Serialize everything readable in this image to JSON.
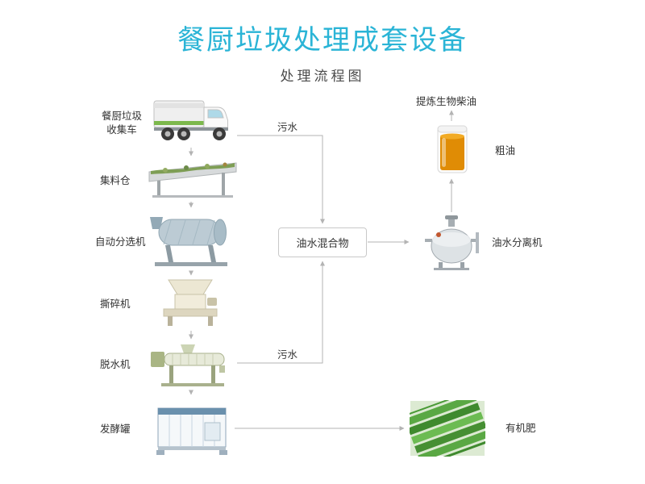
{
  "page": {
    "title": "餐厨垃圾处理成套设备",
    "subtitle": "处理流程图"
  },
  "labels": {
    "truck_line1": "餐厨垃圾",
    "truck_line2": "收集车",
    "hopper": "集料仓",
    "sorter": "自动分选机",
    "shredder": "撕碎机",
    "dewatering": "脱水机",
    "fermenter": "发酵罐",
    "sewage_top": "污水",
    "sewage_bottom": "污水",
    "mixture": "油水混合物",
    "separator": "油水分离机",
    "crude_oil": "粗油",
    "biodiesel": "提炼生物柴油",
    "fertilizer": "有机肥"
  },
  "images": {
    "truck": "garbage-collection-truck-photo",
    "hopper": "material-collection-conveyor-photo",
    "sorter": "automatic-drum-sorter-photo",
    "shredder": "shredder-machine-photo",
    "dewatering": "screw-dewatering-machine-photo",
    "fermenter": "fermentation-tank-photo",
    "crude_oil": "crude-oil-beaker-photo",
    "separator": "oil-water-separator-photo",
    "fertilizer": "organic-fertilizer-compost-photo"
  },
  "colors": {
    "title": "#2ab4d6",
    "connector": "#b3b3b3",
    "label_text": "#333333"
  }
}
